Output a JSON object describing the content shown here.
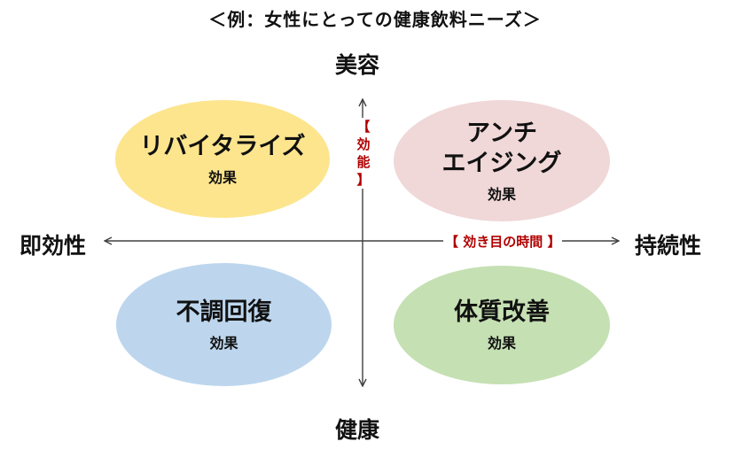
{
  "title": "＜例：女性にとっての健康飲料ニーズ＞",
  "axes": {
    "top": "美容",
    "bottom": "健康",
    "left": "即効性",
    "right": "持続性",
    "vertical_label": [
      "【",
      "効",
      "能",
      "】"
    ],
    "horizontal_label": "【 効き目の時間 】"
  },
  "quadrants": {
    "top_left": {
      "title_lines": [
        "リバイタライズ"
      ],
      "sub": "効果"
    },
    "top_right": {
      "title_lines": [
        "アンチ",
        "エイジング"
      ],
      "sub": "効果"
    },
    "bottom_left": {
      "title_lines": [
        "不調回復"
      ],
      "sub": "効果"
    },
    "bottom_right": {
      "title_lines": [
        "体質改善"
      ],
      "sub": "効果"
    }
  },
  "colors": {
    "top_left": "#fde58e",
    "top_right": "#f0d7d8",
    "bottom_left": "#bdd6ee",
    "bottom_right": "#c5e0b3",
    "axis_label_accent": "#b00000",
    "axis_line": "#404040"
  }
}
